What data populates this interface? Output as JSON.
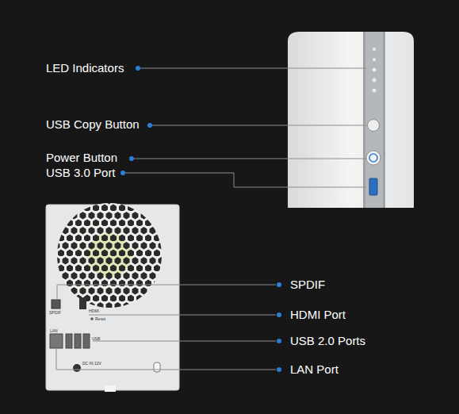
{
  "diagram": {
    "labels": [
      "LED Indicators",
      "USB Copy Button",
      "Power Button",
      "USB 3.0 Port",
      "SPDIF",
      "HDMI Port",
      "USB 2.0 Ports",
      "LAN Port",
      "SPDIF",
      "HDMI",
      "Reset",
      "LAN",
      "USB",
      "DC IN 12V"
    ]
  }
}
